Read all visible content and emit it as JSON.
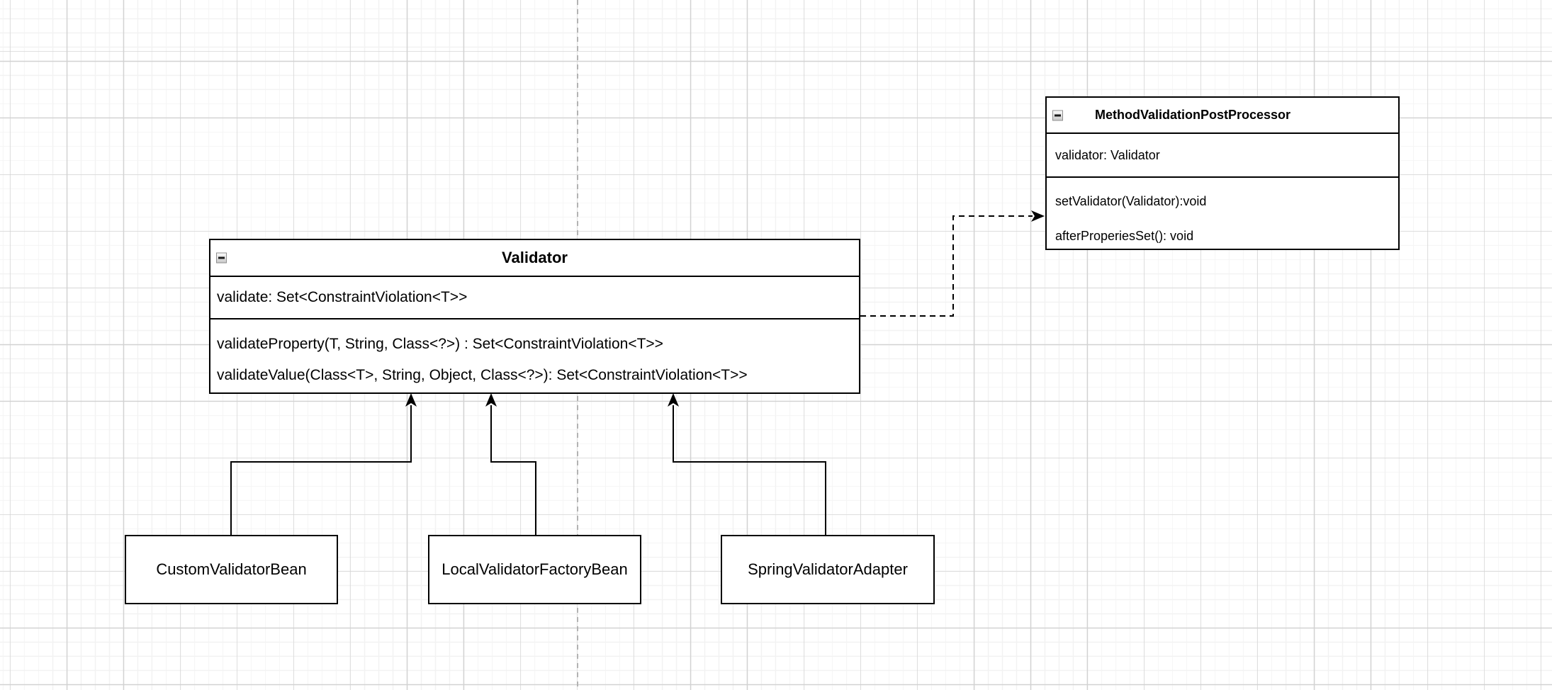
{
  "uml": {
    "validator": {
      "title": "Validator",
      "fields": [
        "validate: Set<ConstraintViolation<T>>"
      ],
      "methods": [
        "validateProperty(T, String, Class<?>) : Set<ConstraintViolation<T>>",
        "validateValue(Class<T>, String, Object, Class<?>): Set<ConstraintViolation<T>>"
      ]
    },
    "post_processor": {
      "title": "MethodValidationPostProcessor",
      "fields": [
        "validator: Validator"
      ],
      "methods": [
        "setValidator(Validator):void",
        "afterProperiesSet(): void"
      ]
    },
    "implementations": [
      {
        "label": "CustomValidatorBean"
      },
      {
        "label": "LocalValidatorFactoryBean"
      },
      {
        "label": "SpringValidatorAdapter"
      }
    ]
  },
  "relationships": [
    {
      "from": "CustomValidatorBean",
      "to": "Validator",
      "style": "solid-orthogonal-arrow"
    },
    {
      "from": "LocalValidatorFactoryBean",
      "to": "Validator",
      "style": "solid-orthogonal-arrow"
    },
    {
      "from": "SpringValidatorAdapter",
      "to": "Validator",
      "style": "solid-orthogonal-arrow"
    },
    {
      "from": "Validator",
      "to": "MethodValidationPostProcessor",
      "style": "dashed-orthogonal-arrow"
    }
  ],
  "colors": {
    "stroke": "#000000",
    "box_fill": "#ffffff",
    "background": "#ffffff",
    "grid_minor": "#f2f2f2",
    "grid_major": "#d2d2d2",
    "page_divider": "#b3b3b3"
  }
}
